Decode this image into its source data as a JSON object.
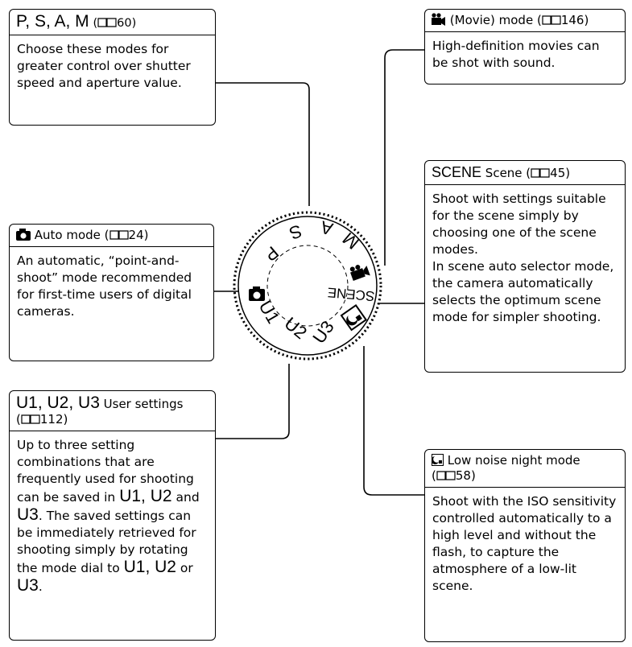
{
  "psam": {
    "title_modes": "P, S, A, M",
    "title_page": "60",
    "body": "Choose these modes for greater control over shutter speed and aperture value."
  },
  "movie": {
    "title_label": "(Movie) mode (",
    "title_page": "146",
    "body": "High-definition movies can be shot with sound."
  },
  "scene": {
    "title_mode": "SCENE",
    "title_label": "Scene (",
    "title_page": "45",
    "body_1": "Shoot with settings suitable for the scene simply by choosing one of the scene modes.",
    "body_2": "In scene auto selector mode, the camera automatically selects the optimum scene mode for simpler shooting."
  },
  "auto": {
    "title_label": "Auto mode (",
    "title_page": "24",
    "body": "An automatic, “point-and-shoot” mode recommended for first-time users of digital cameras."
  },
  "user": {
    "title_modes": "U1, U2, U3",
    "title_label": "User settings",
    "title_page": "112",
    "body_1": "Up to three setting combinations that are frequently used for shooting can be saved in",
    "body_u12": "U1, U2",
    "body_and": "and",
    "body_u3": "U3",
    "body_2": ". The saved settings can be immediately retrieved for shooting simply by rotating the mode dial to",
    "body_end_u12": "U1, U2",
    "body_or": "or",
    "body_end_u3": "U3",
    "body_end_dot": "."
  },
  "night": {
    "title_label": "Low noise night mode",
    "title_page": "58",
    "body": "Shoot with the ISO sensitivity controlled automatically to a high level and without the flash, to capture the atmosphere of a low-lit scene."
  },
  "dial": {
    "label_s": "S",
    "label_a": "A",
    "label_m": "M",
    "label_p": "P",
    "label_scene": "SCENE",
    "label_u1": "U1",
    "label_u2": "U2",
    "label_u3": "U3"
  }
}
